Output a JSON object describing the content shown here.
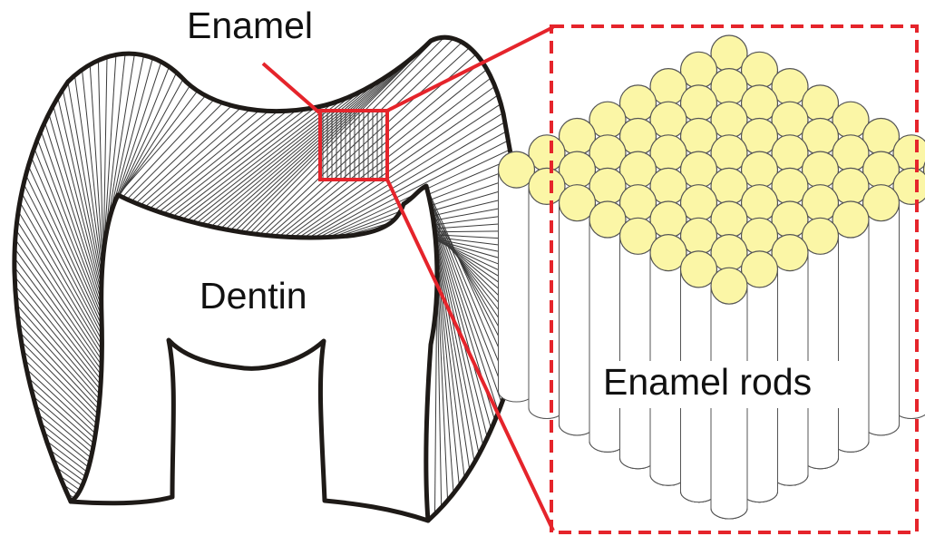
{
  "labels": {
    "enamel": "Enamel",
    "dentin": "Dentin",
    "enamel_rods": "Enamel rods"
  },
  "colors": {
    "outline": "#1e1a17",
    "hatch": "#3a3a3a",
    "callout": "#e5242b",
    "rod_fill": "#fbf6a6",
    "rod_stroke": "#555555",
    "background": "#ffffff"
  }
}
